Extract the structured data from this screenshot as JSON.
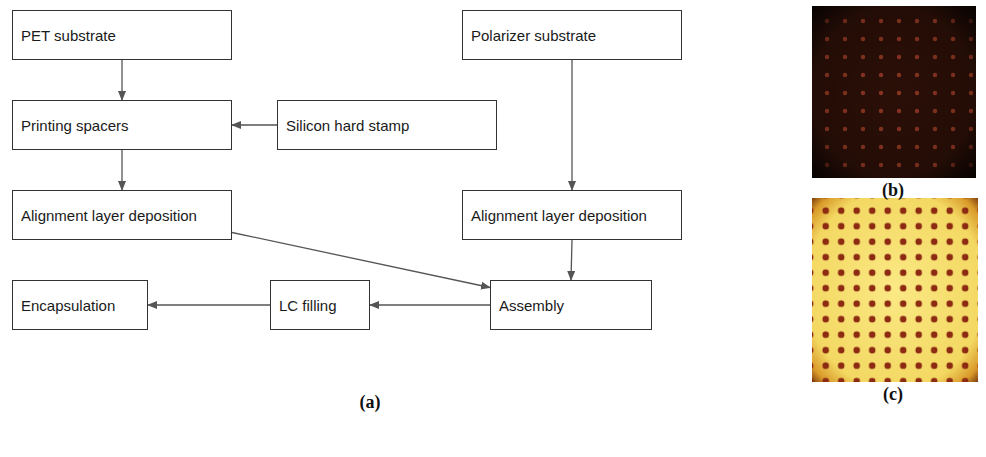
{
  "diagram": {
    "nodes": [
      {
        "text": [
          "PET substrate"
        ]
      },
      {
        "text": [
          "Polarizer substrate"
        ]
      },
      {
        "text": [
          "Printing spacers"
        ]
      },
      {
        "text": [
          "Silicon hard stamp"
        ]
      },
      {
        "text": [
          "Alignment layer deposition"
        ]
      },
      {
        "text": [
          "Alignment layer deposition"
        ]
      },
      {
        "text": [
          "Encapsulation"
        ]
      },
      {
        "text": [
          "LC filling"
        ]
      },
      {
        "text": [
          "Assembly"
        ]
      }
    ],
    "edges": [
      {
        "from": 0,
        "to": 2,
        "arrow": "to"
      },
      {
        "from": 3,
        "to": 2,
        "arrow": "to"
      },
      {
        "from": 2,
        "to": 4,
        "arrow": "to"
      },
      {
        "from": 1,
        "to": 5,
        "arrow": "to"
      },
      {
        "from": 4,
        "to": 8,
        "arrow": "to"
      },
      {
        "from": 5,
        "to": 8,
        "arrow": "to"
      },
      {
        "from": 8,
        "to": 7,
        "arrow": "to"
      },
      {
        "from": 7,
        "to": 6,
        "arrow": "to"
      }
    ],
    "labels": [
      "(a)",
      "(b)",
      "(c)"
    ]
  }
}
